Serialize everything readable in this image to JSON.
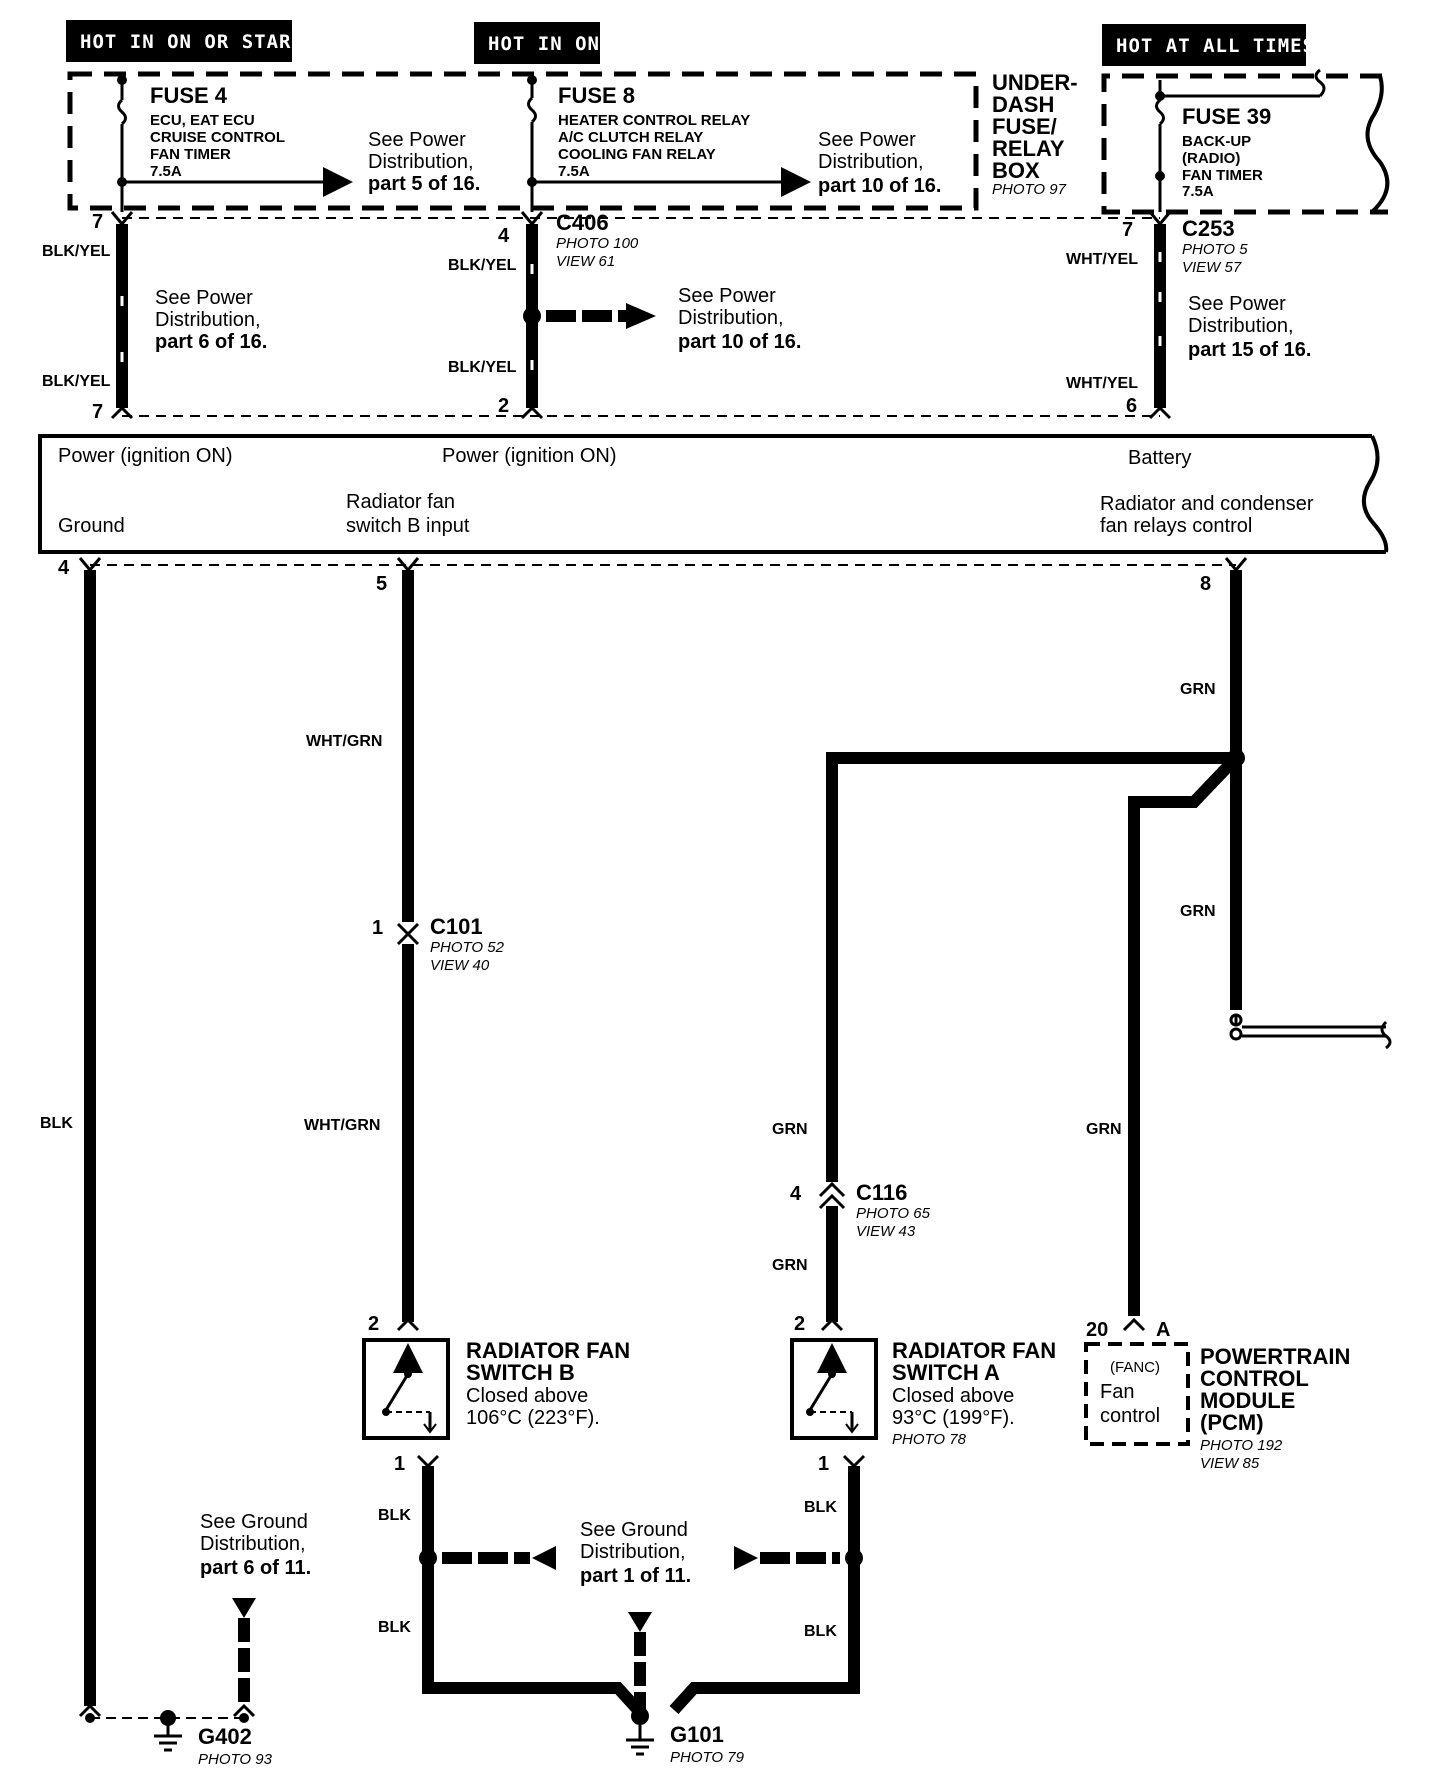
{
  "headers": {
    "hot_in_on_or_start": "HOT IN ON OR START",
    "hot_in_on": "HOT IN ON",
    "hot_at_all_times": "HOT AT ALL TIMES"
  },
  "fuse_box": {
    "name_lines": [
      "UNDER-",
      "DASH",
      "FUSE/",
      "RELAY",
      "BOX"
    ],
    "photo": "PHOTO 97"
  },
  "fuses": {
    "fuse4": {
      "title": "FUSE 4",
      "lines": [
        "ECU, EAT ECU",
        "CRUISE CONTROL",
        "FAN TIMER",
        "7.5A"
      ]
    },
    "fuse8": {
      "title": "FUSE 8",
      "lines": [
        "HEATER CONTROL RELAY",
        "A/C CLUTCH RELAY",
        "COOLING FAN RELAY",
        "7.5A"
      ]
    },
    "fuse39": {
      "title": "FUSE 39",
      "lines": [
        "BACK-UP",
        "(RADIO)",
        "FAN TIMER",
        "7.5A"
      ]
    }
  },
  "refs": {
    "pd5": {
      "line1": "See Power",
      "line2": "Distribution,",
      "line3": "part 5 of 16."
    },
    "pd10a": {
      "line1": "See Power",
      "line2": "Distribution,",
      "line3": "part 10 of 16."
    },
    "pd6": {
      "line1": "See Power",
      "line2": "Distribution,",
      "line3": "part 6 of 16."
    },
    "pd10b": {
      "line1": "See Power",
      "line2": "Distribution,",
      "line3": "part 10 of 16."
    },
    "pd15": {
      "line1": "See Power",
      "line2": "Distribution,",
      "line3": "part 15 of 16."
    },
    "gd6": {
      "line1": "See Ground",
      "line2": "Distribution,",
      "line3": "part 6 of 11."
    },
    "gd1": {
      "line1": "See Ground",
      "line2": "Distribution,",
      "line3": "part 1 of 11."
    }
  },
  "connectors": {
    "c406": {
      "name": "C406",
      "photo": "PHOTO 100",
      "view": "VIEW 61"
    },
    "c253": {
      "name": "C253",
      "photo": "PHOTO 5",
      "view": "VIEW 57"
    },
    "c101": {
      "name": "C101",
      "photo": "PHOTO 52",
      "view": "VIEW 40"
    },
    "c116": {
      "name": "C116",
      "photo": "PHOTO 65",
      "view": "VIEW 43"
    }
  },
  "fan_timer": {
    "pins_top": {
      "left": "Power (ignition ON)",
      "mid": "Power (ignition ON)",
      "right": "Battery"
    },
    "ground": "Ground",
    "switch_b_input": [
      "Radiator fan",
      "switch B input"
    ],
    "relays_control": [
      "Radiator and condenser",
      "fan relays control"
    ]
  },
  "wire_colors": {
    "blk_yel": "BLK/YEL",
    "wht_yel": "WHT/YEL",
    "wht_grn": "WHT/GRN",
    "grn": "GRN",
    "blk": "BLK"
  },
  "pins": {
    "p7": "7",
    "p4": "4",
    "p2": "2",
    "p6": "6",
    "p5": "5",
    "p8": "8",
    "p1": "1",
    "p20": "20",
    "pA": "A"
  },
  "components": {
    "switch_b": {
      "title": [
        "RADIATOR FAN",
        "SWITCH B"
      ],
      "desc": [
        "Closed above",
        "106°C (223°F)."
      ]
    },
    "switch_a": {
      "title": [
        "RADIATOR FAN",
        "SWITCH A"
      ],
      "desc": [
        "Closed above",
        "93°C (199°F)."
      ],
      "photo": "PHOTO 78"
    },
    "pcm": {
      "title": [
        "POWERTRAIN",
        "CONTROL",
        "MODULE",
        "(PCM)"
      ],
      "inner": [
        "(FANC)",
        "Fan",
        "control"
      ],
      "photo": "PHOTO 192",
      "view": "VIEW 85"
    }
  },
  "grounds": {
    "g402": {
      "name": "G402",
      "photo": "PHOTO 93"
    },
    "g101": {
      "name": "G101",
      "photo": "PHOTO 79"
    }
  }
}
